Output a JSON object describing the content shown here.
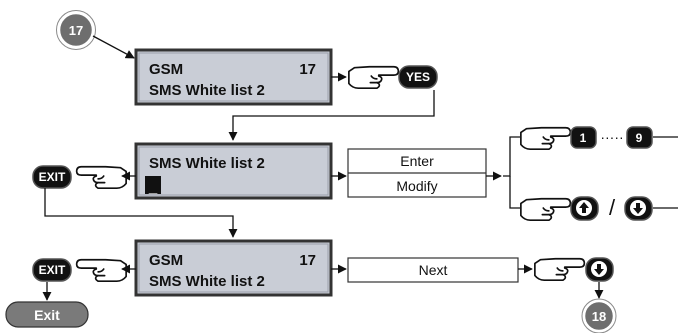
{
  "badges": {
    "start": "17",
    "end": "18"
  },
  "screen1": {
    "line1": "GSM",
    "line1_value": "17",
    "line2": "SMS White list 2"
  },
  "screen2": {
    "line1": "SMS White list 2",
    "cursor": "_"
  },
  "screen3": {
    "line1": "GSM",
    "line1_value": "17",
    "line2": "SMS White list 2"
  },
  "keys": {
    "yes": "YES",
    "exit": "EXIT",
    "digit_first": "1",
    "digit_last": "9",
    "range_separator": "·····",
    "slash": "/",
    "up_icon": "arrow-up-icon",
    "down_icon": "arrow-down-icon"
  },
  "actions": {
    "enter": "Enter",
    "modify": "Modify",
    "next": "Next",
    "exit_button": "Exit"
  },
  "colors": {
    "lcd_fill": "#c9cdd6",
    "lcd_border": "#333333",
    "badge": "#6e6e6e",
    "key": "#111111",
    "exit_button": "#7a7a7a"
  }
}
